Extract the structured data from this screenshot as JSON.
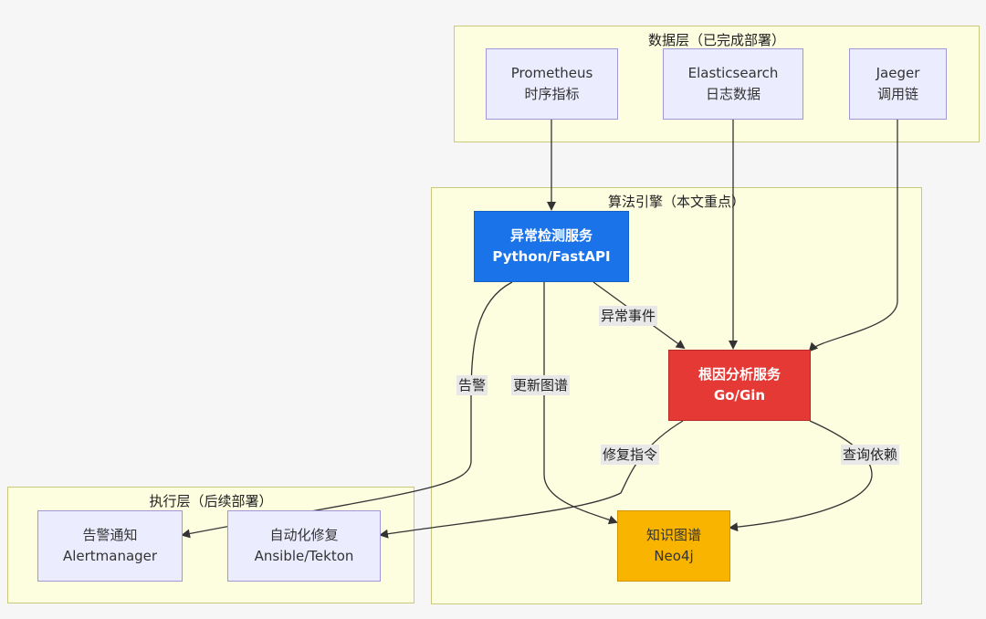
{
  "clusters": {
    "data_layer": "数据层（已完成部署）",
    "engine": "算法引擎（本文重点）",
    "exec_layer": "执行层（后续部署）"
  },
  "nodes": {
    "prometheus": {
      "line1": "Prometheus",
      "line2": "时序指标"
    },
    "elasticsearch": {
      "line1": "Elasticsearch",
      "line2": "日志数据"
    },
    "jaeger": {
      "line1": "Jaeger",
      "line2": "调用链"
    },
    "anomaly": {
      "line1": "异常检测服务",
      "line2": "Python/FastAPI"
    },
    "rca": {
      "line1": "根因分析服务",
      "line2": "Go/Gin"
    },
    "kg": {
      "line1": "知识图谱",
      "line2": "Neo4j"
    },
    "alert": {
      "line1": "告警通知",
      "line2": "Alertmanager"
    },
    "remediation": {
      "line1": "自动化修复",
      "line2": "Ansible/Tekton"
    }
  },
  "edge_labels": {
    "anomaly_event": "异常事件",
    "alarm": "告警",
    "update_graph": "更新图谱",
    "repair_cmd": "修复指令",
    "query_dep": "查询依赖"
  },
  "colors": {
    "cluster_fill": "#fdfde0",
    "node_fill": "#ececff",
    "anomaly": "#1a73e8",
    "rca": "#e53935",
    "kg": "#f9b400"
  }
}
